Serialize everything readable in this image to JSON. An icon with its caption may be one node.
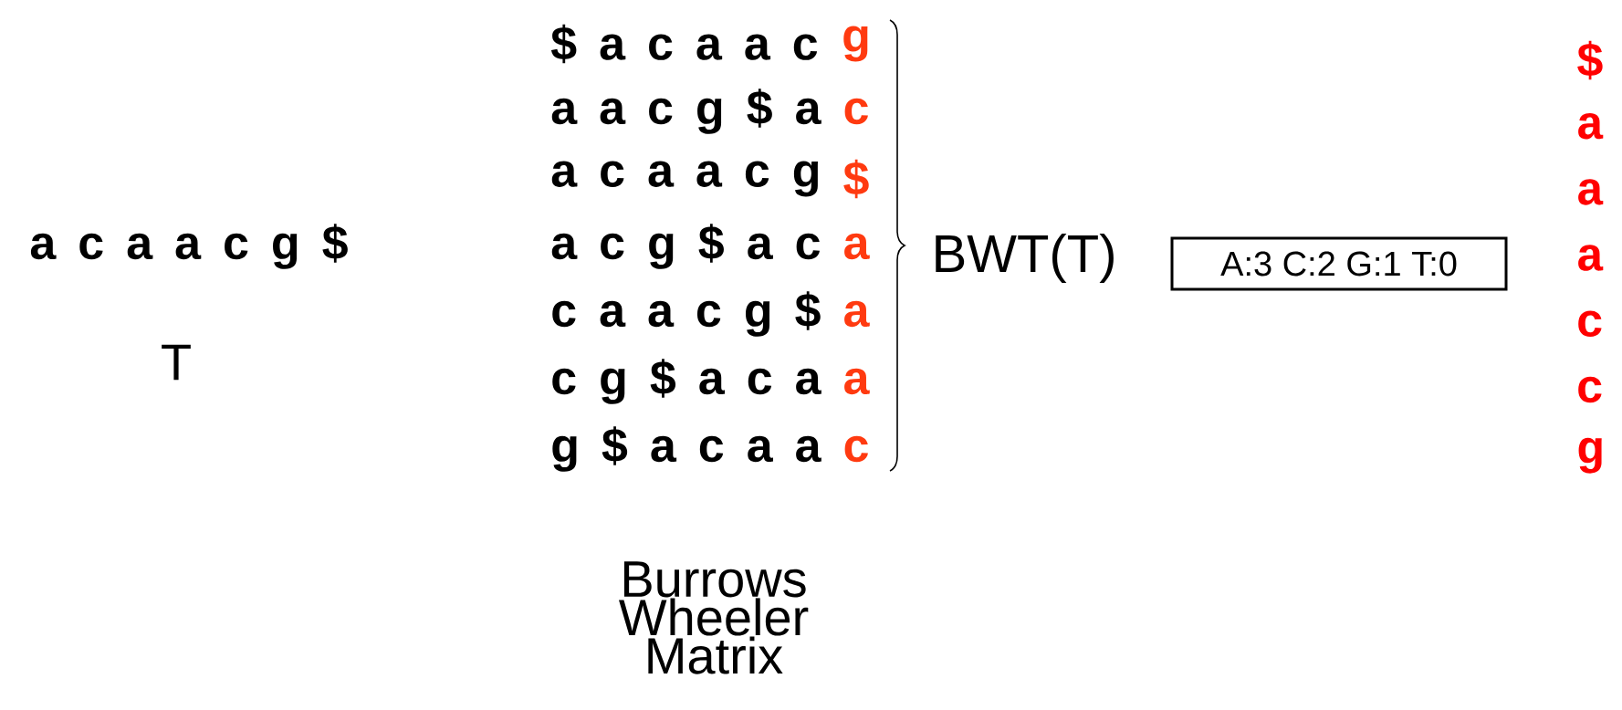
{
  "diagram": {
    "nodes": [
      {
        "text": [
          "A:3 C:2 G:1 T:0"
        ]
      }
    ],
    "labels": [
      "a c a a c g $",
      "T",
      "$ a c a a c",
      "g",
      "a a c g $ a",
      "c",
      "a c a a c g",
      "$",
      "a c g $ a c",
      "a",
      "c a a c g $",
      "a",
      "c g $ a c a",
      "a",
      "g $ a c a a",
      "c",
      "Burrows Wheeler Matrix",
      "BWT(T)",
      "$",
      "a",
      "a",
      "a",
      "c",
      "c",
      "g"
    ]
  }
}
